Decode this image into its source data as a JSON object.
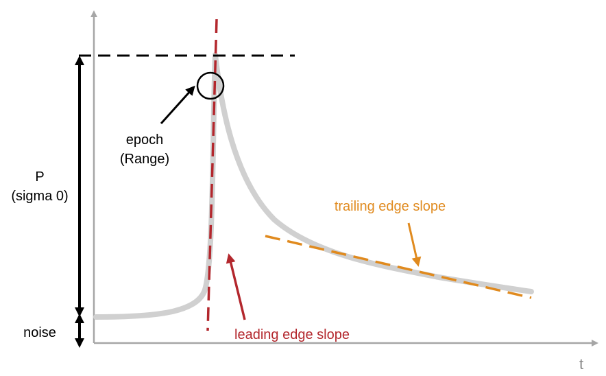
{
  "labels": {
    "epoch_line1": "epoch",
    "epoch_line2": "(Range)",
    "power_line1": "P",
    "power_line2": "(sigma 0)",
    "noise": "noise",
    "trailing_edge": "trailing edge slope",
    "leading_edge": "leading edge slope",
    "time_axis": "t"
  },
  "colors": {
    "axis": "#a6a6a6",
    "waveform": "#d0d0d0",
    "leading_edge": "#b3272d",
    "trailing_edge": "#e08a1e",
    "annotation": "#000000"
  }
}
